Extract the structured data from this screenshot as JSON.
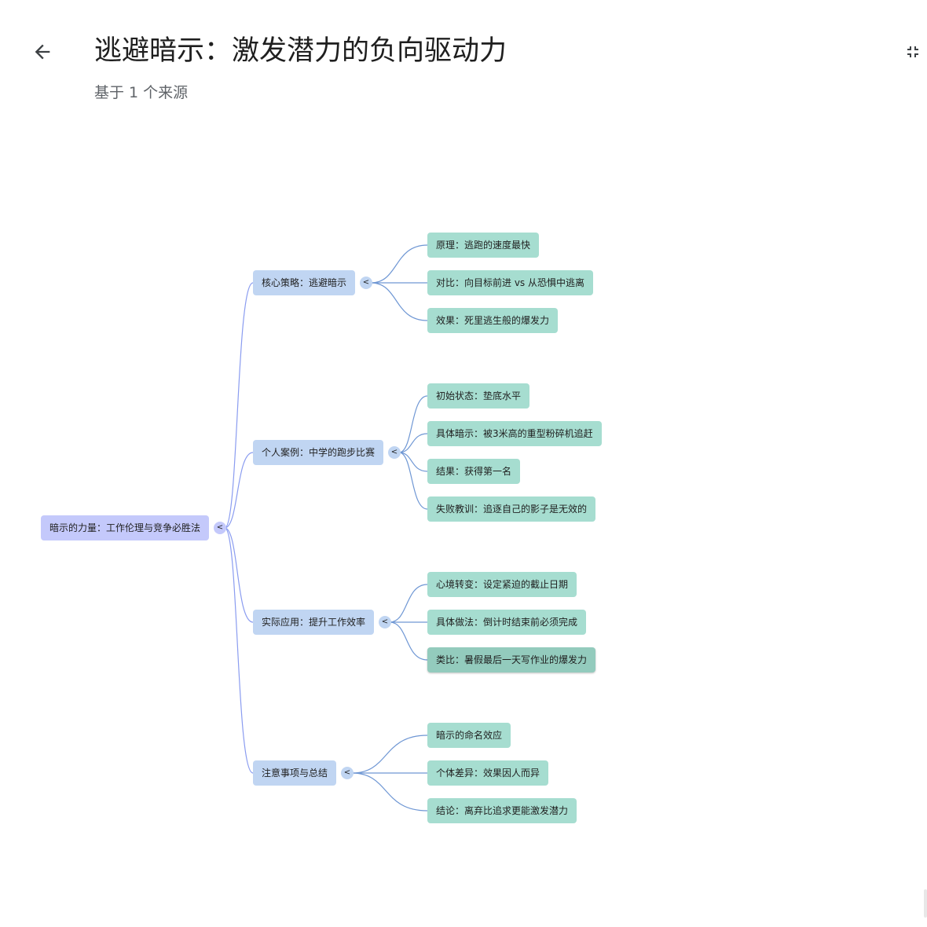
{
  "header": {
    "back_icon": "arrow-left-icon",
    "title": "逃避暗示：激发潜力的负向驱动力",
    "subtitle": "基于 1 个来源",
    "collapse_icon": "collapse-fullscreen-icon"
  },
  "mindmap": {
    "toggle_glyph": "<",
    "root": {
      "label": "暗示的力量：工作伦理与竞争必胜法"
    },
    "branches": [
      {
        "label": "核心策略：逃避暗示",
        "children": [
          {
            "label": "原理：逃跑的速度最快"
          },
          {
            "label": "对比：向目标前进 vs 从恐惧中逃离"
          },
          {
            "label": "效果：死里逃生般的爆发力"
          }
        ]
      },
      {
        "label": "个人案例：中学的跑步比赛",
        "children": [
          {
            "label": "初始状态：垫底水平"
          },
          {
            "label": "具体暗示：被3米高的重型粉碎机追赶"
          },
          {
            "label": "结果：获得第一名"
          },
          {
            "label": "失败教训：追逐自己的影子是无效的"
          }
        ]
      },
      {
        "label": "实际应用：提升工作效率",
        "children": [
          {
            "label": "心境转变：设定紧迫的截止日期"
          },
          {
            "label": "具体做法：倒计时结束前必须完成"
          },
          {
            "label": "类比：暑假最后一天写作业的爆发力",
            "hovered": true
          }
        ]
      },
      {
        "label": "注意事项与总结",
        "children": [
          {
            "label": "暗示的命名效应"
          },
          {
            "label": "个体差异：效果因人而异"
          },
          {
            "label": "结论：离弃比追求更能激发潜力"
          }
        ]
      }
    ]
  }
}
